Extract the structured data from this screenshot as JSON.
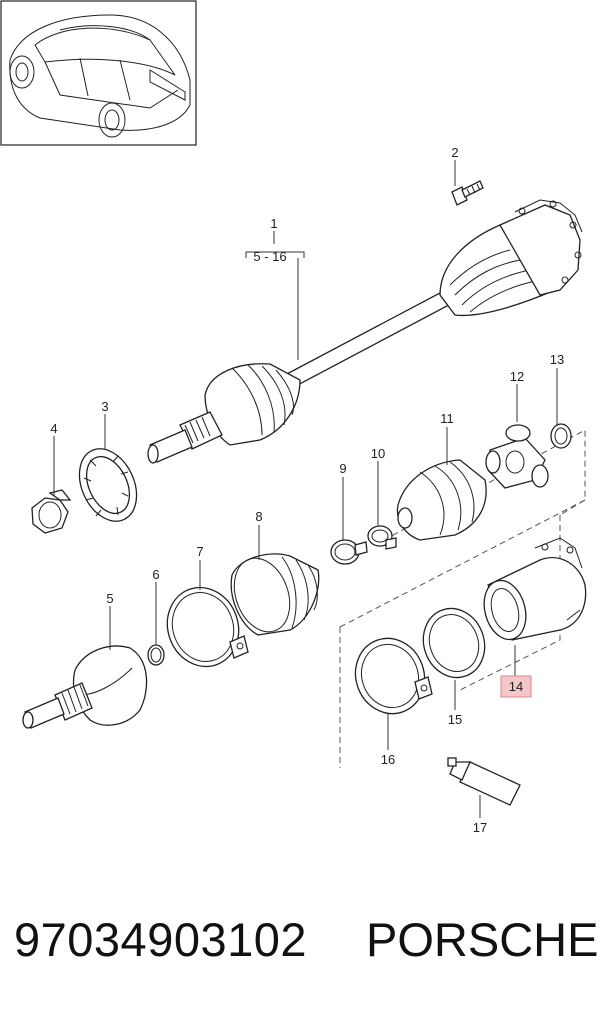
{
  "diagram": {
    "callouts": {
      "c1": "1",
      "c1_range": "5 - 16",
      "c2": "2",
      "c3": "3",
      "c4": "4",
      "c5": "5",
      "c6": "6",
      "c7": "7",
      "c8": "8",
      "c9": "9",
      "c10": "10",
      "c11": "11",
      "c12": "12",
      "c13": "13",
      "c14": "14",
      "c15": "15",
      "c16": "16",
      "c17": "17"
    },
    "highlight_color": "#f4c6c8",
    "highlight_border": "#d98a8e"
  },
  "footer": {
    "part_number": "97034903102",
    "brand": "PORSCHE"
  }
}
